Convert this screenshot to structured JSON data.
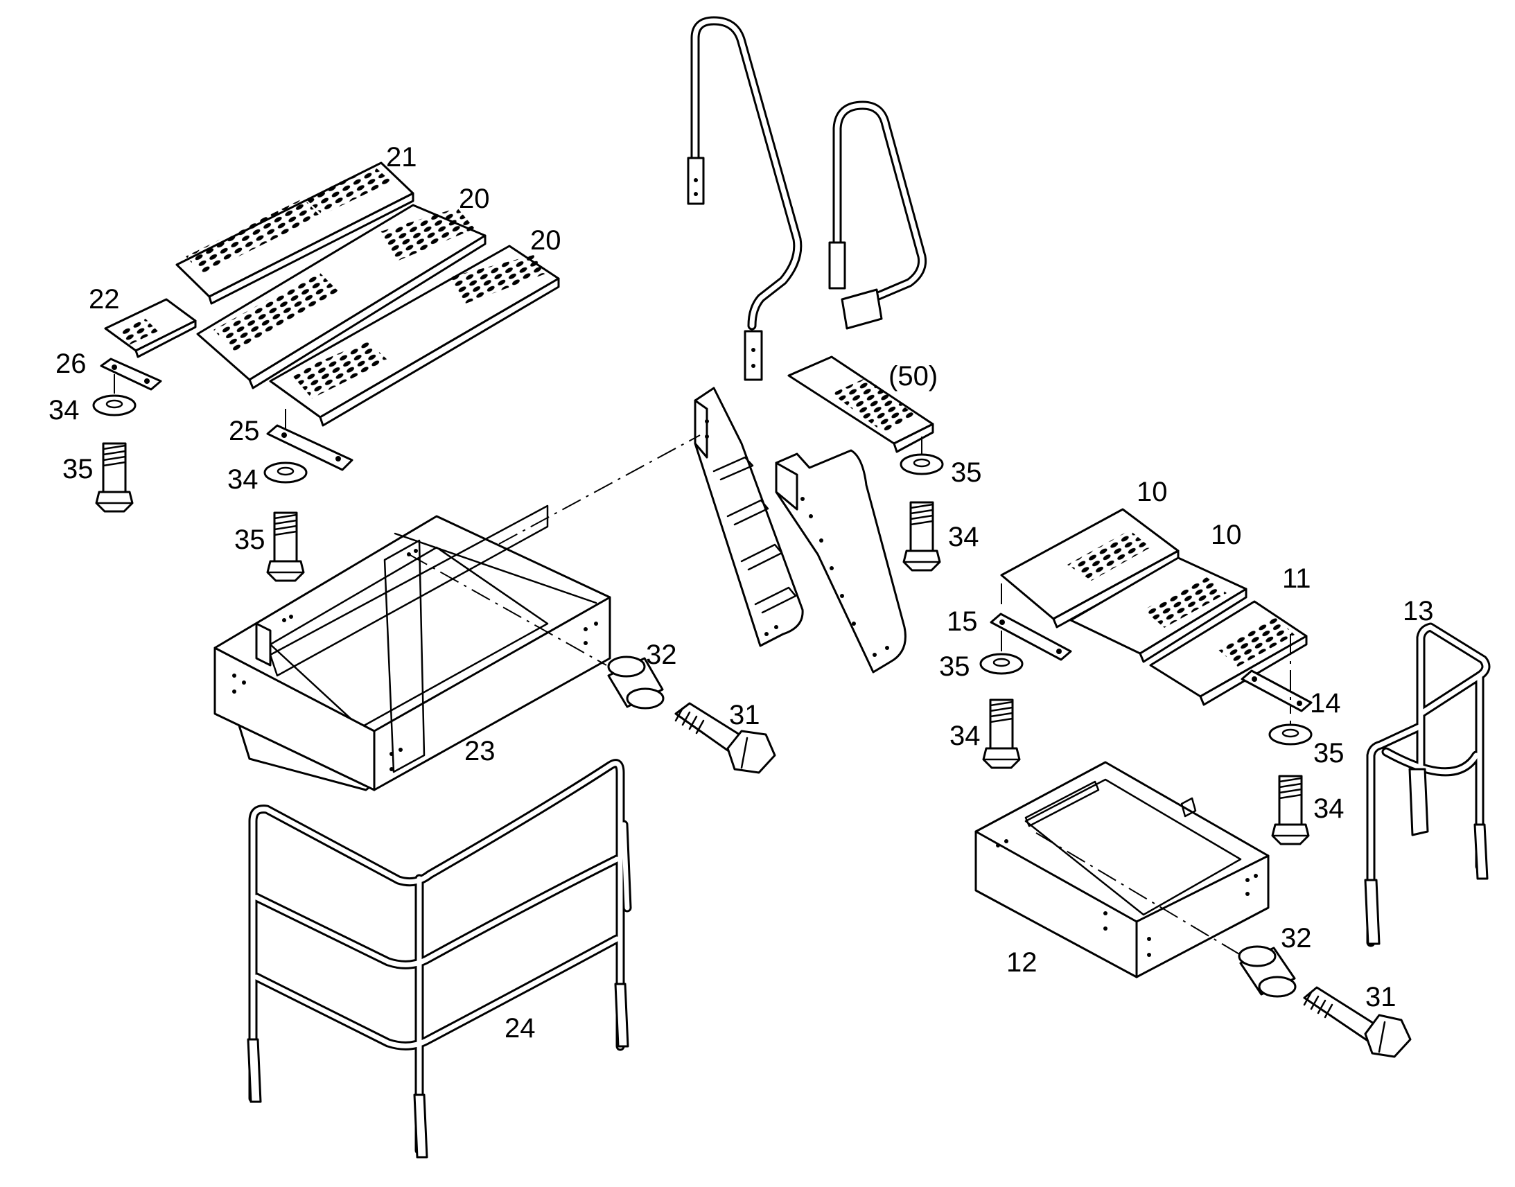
{
  "diagram": {
    "callouts": {
      "c21": "21",
      "c20a": "20",
      "c20b": "20",
      "c22": "22",
      "c26": "26",
      "c34a": "34",
      "c35a": "35",
      "c25": "25",
      "c34b": "34",
      "c35b": "35",
      "c50": "(50)",
      "c35c": "35",
      "c34c": "34",
      "c10a": "10",
      "c10b": "10",
      "c11": "11",
      "c13": "13",
      "c15": "15",
      "c35d": "35",
      "c34d": "34",
      "c14": "14",
      "c35e": "35",
      "c34e": "34",
      "c32a": "32",
      "c31a": "31",
      "c23": "23",
      "c24": "24",
      "c12": "12",
      "c32b": "32",
      "c31b": "31"
    }
  }
}
